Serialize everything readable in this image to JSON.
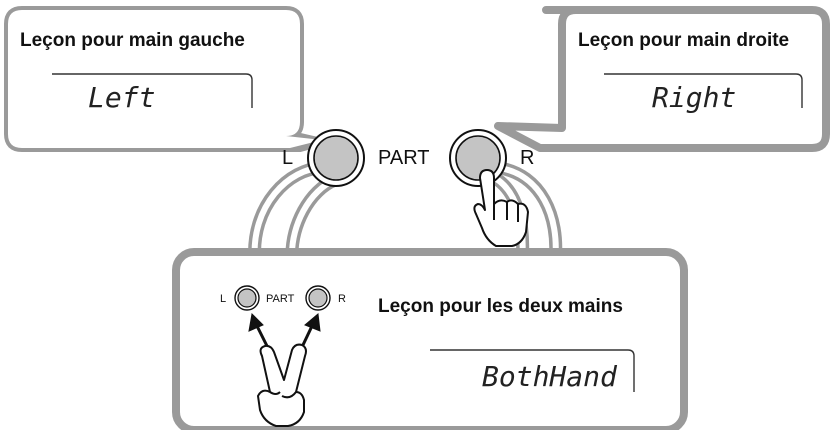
{
  "callout_left": {
    "heading": "Leçon pour main gauche",
    "display": "Left"
  },
  "callout_right": {
    "heading": "Leçon pour main droite",
    "display": "Right"
  },
  "panel": {
    "label_left": "L",
    "label_center": "PART",
    "label_right": "R"
  },
  "callout_both": {
    "heading": "Leçon pour les deux mains",
    "display": "BothHand",
    "mini_label_left": "L",
    "mini_label_center": "PART",
    "mini_label_right": "R"
  },
  "colors": {
    "bubble_stroke": "#9a9a9a",
    "button_fill": "#c4c4c4",
    "text": "#111111"
  }
}
